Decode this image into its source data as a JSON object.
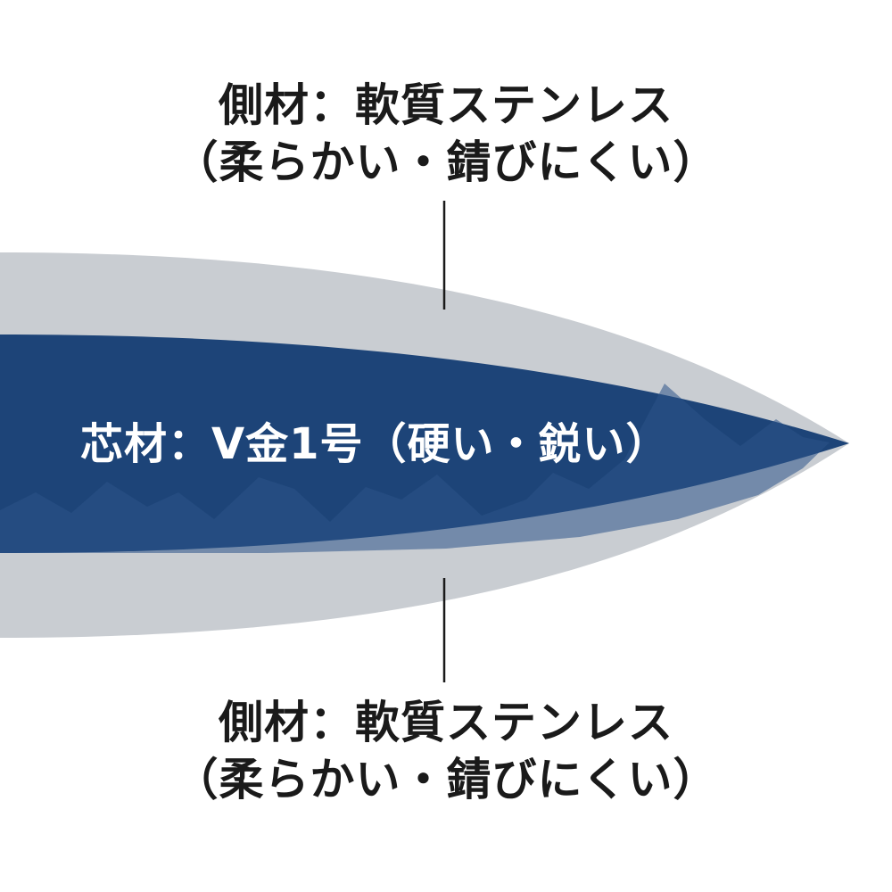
{
  "side_material_top": {
    "line1": "側材：軟質ステンレス",
    "line2": "（柔らかい・錆びにくい）"
  },
  "core_material": {
    "text": "芯材：V金1号（硬い・鋭い）"
  },
  "side_material_bottom": {
    "line1": "側材：軟質ステンレス",
    "line2": "（柔らかい・錆びにくい）"
  },
  "colors": {
    "cladding": "#c9cdd2",
    "core": "#1d4478",
    "core_pattern": "#2b5489",
    "label_text": "#1a1a1a",
    "core_text": "#ffffff",
    "leader_line": "#1a1a1a"
  }
}
